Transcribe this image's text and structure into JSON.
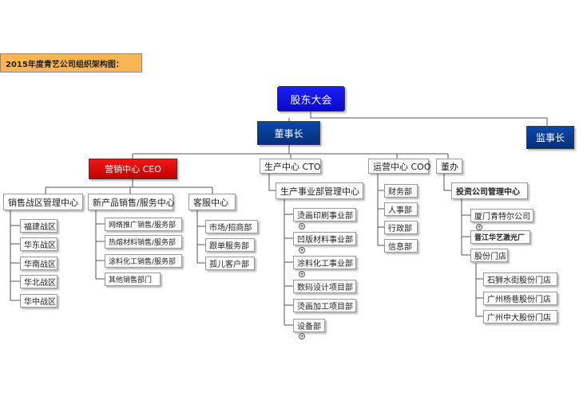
{
  "title": "2015年度青艺公司组织架构图：",
  "shareholders": "股东大会",
  "chairman": "董事长",
  "supervisor": "监事长",
  "marketing": {
    "label": "营销中心 CEO",
    "sales": {
      "label": "销售战区管理中心",
      "items": [
        "福建战区",
        "华东战区",
        "华南战区",
        "华北战区",
        "华中战区"
      ]
    },
    "product": {
      "label": "新产品销售/服务中心",
      "items": [
        "网络推广销售/服务部",
        "热熔材料销售/服务部",
        "涂料化工销售/服务部",
        "其他销售部门"
      ]
    },
    "service": {
      "label": "客服中心",
      "items": [
        "市场/招商部",
        "跟单服务部",
        "孤儿客户部"
      ]
    }
  },
  "production": {
    "label": "生产中心 CTO",
    "manage": {
      "label": "生产事业部管理中心",
      "items": [
        "烫画印刷事业部",
        "凹版材料事业部",
        "涂料化工事业部",
        "数码设计项目部",
        "烫画加工项目部",
        "设备部"
      ]
    }
  },
  "operations": {
    "label": "运营中心 COO",
    "items": [
      "财务部",
      "人事部",
      "行政部",
      "信息部"
    ]
  },
  "office": {
    "label": "董办",
    "invest": {
      "label": "投资公司管理中心",
      "companies": [
        "厦门青特尔公司",
        "晋江华艺激光厂"
      ],
      "stores": {
        "label": "股份门店",
        "items": [
          "石狮水街股份门店",
          "广州杨巷股份门店",
          "广州中大股份门店"
        ]
      }
    }
  },
  "expand_symbol": "+"
}
